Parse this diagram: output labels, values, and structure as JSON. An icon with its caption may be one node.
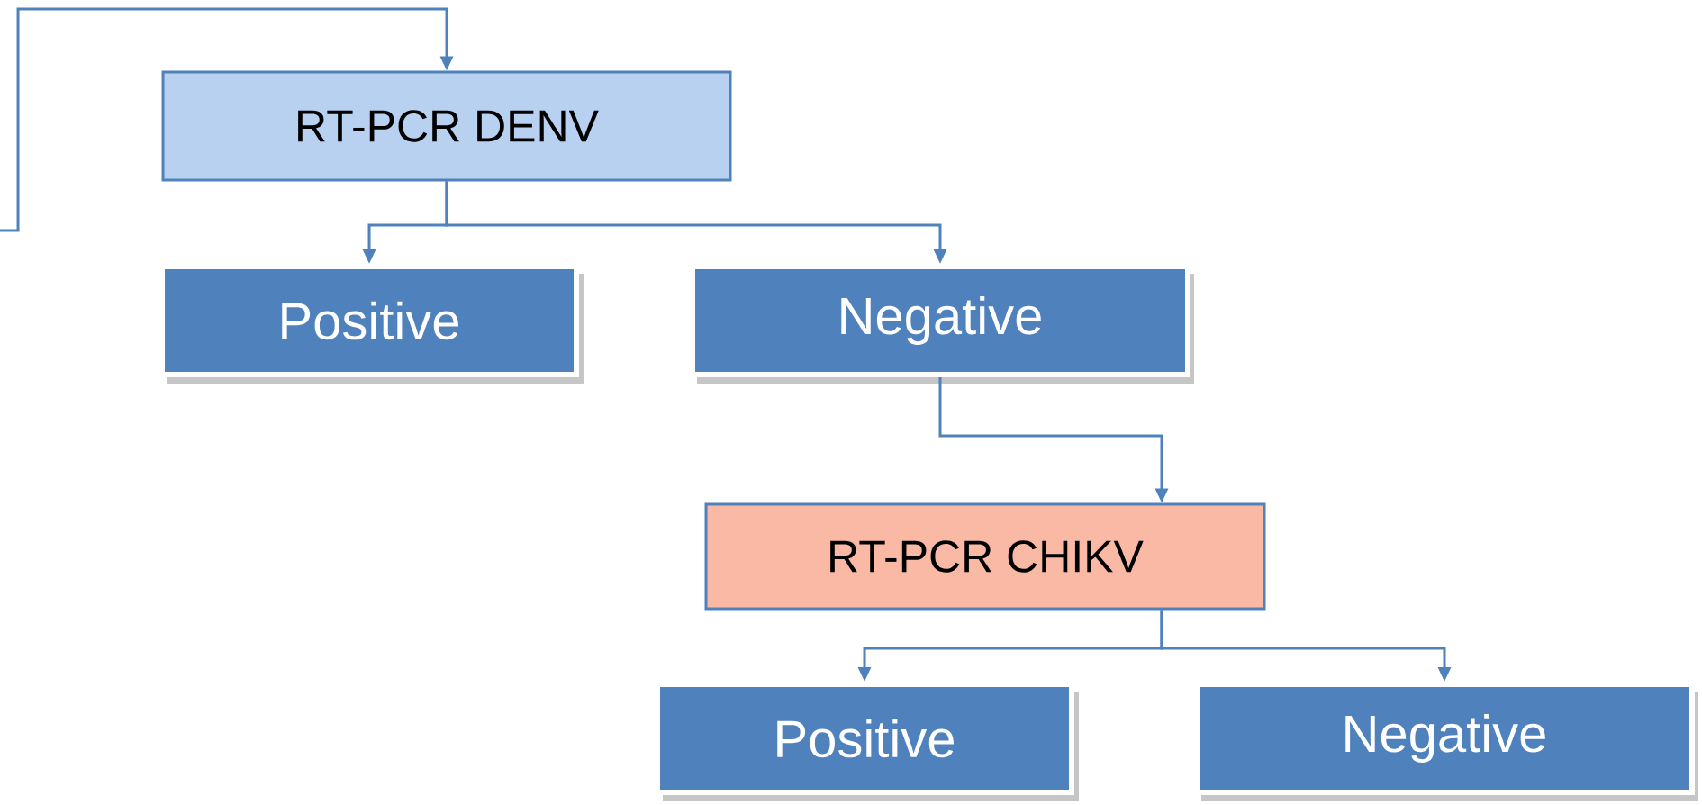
{
  "diagram": {
    "nodes": [
      {
        "text": [
          "RT-PCR DENV"
        ]
      },
      {
        "text": [
          "Positive"
        ]
      },
      {
        "text": [
          "Negative"
        ]
      },
      {
        "text": [
          "RT-PCR CHIKV"
        ]
      },
      {
        "text": [
          "Positive"
        ]
      },
      {
        "text": [
          "Negative"
        ]
      }
    ],
    "edges": [
      {
        "from": null,
        "to": 0,
        "arrow": "to"
      },
      {
        "from": 0,
        "to": 1,
        "arrow": "to"
      },
      {
        "from": 0,
        "to": 2,
        "arrow": "to"
      },
      {
        "from": 2,
        "to": 3,
        "arrow": "to"
      },
      {
        "from": 3,
        "to": 4,
        "arrow": "to"
      },
      {
        "from": 3,
        "to": 5,
        "arrow": "to"
      }
    ]
  }
}
